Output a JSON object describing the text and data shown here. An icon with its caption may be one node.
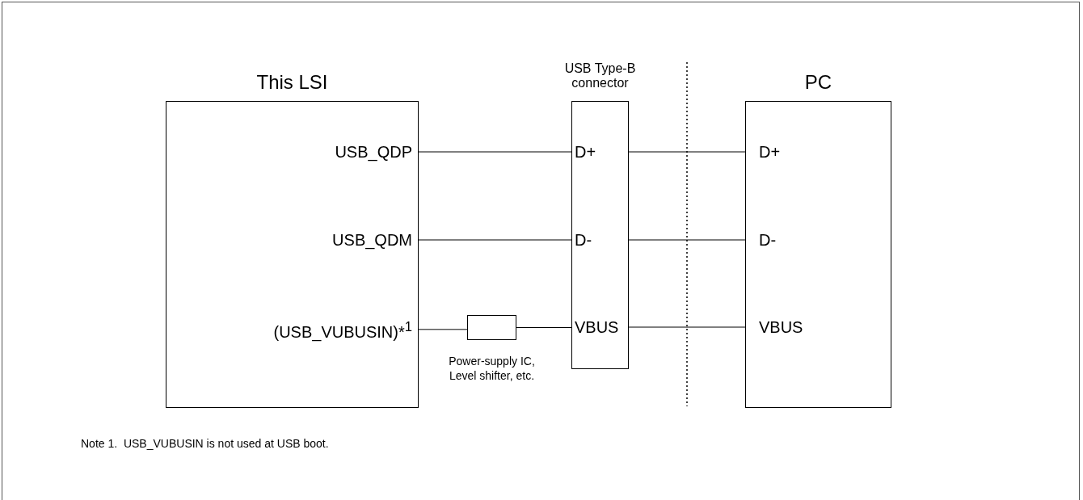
{
  "diagram": {
    "nodes": [
      {
        "text": [
          "This LSI"
        ]
      },
      {
        "text": [
          "USB_QDP"
        ],
        "in": 0
      },
      {
        "text": [
          "USB_QDM"
        ],
        "in": 0
      },
      {
        "text": [
          "(USB_VUBUSIN)*$^{1}$"
        ],
        "in": 0
      },
      {
        "text": [
          "USB Type-B connector"
        ]
      },
      {
        "text": [
          "D+"
        ],
        "in": 4
      },
      {
        "text": [
          "D-"
        ],
        "in": 4
      },
      {
        "text": [
          "VBUS"
        ],
        "in": 4
      },
      {
        "text": [
          "PC"
        ]
      },
      {
        "text": [
          "D+"
        ],
        "in": 8
      },
      {
        "text": [
          "D-"
        ],
        "in": 8
      },
      {
        "text": [
          "VBUS"
        ],
        "in": 8
      },
      {
        "text": [],
        "shape": "box",
        "beside": [
          "Power-supply IC, Level shifter, etc."
        ]
      }
    ],
    "edges": [
      {
        "from": 1,
        "to": 5,
        "arrow": "none"
      },
      {
        "from": 5,
        "to": 9,
        "arrow": "none"
      },
      {
        "from": 2,
        "to": 6,
        "arrow": "none"
      },
      {
        "from": 6,
        "to": 10,
        "arrow": "none"
      },
      {
        "from": 3,
        "to": 12,
        "arrow": "none"
      },
      {
        "from": 12,
        "to": 7,
        "arrow": "none"
      },
      {
        "from": 7,
        "to": 11,
        "arrow": "none"
      }
    ],
    "labels": [
      "Note 1.  USB_VUBUSIN is not used at USB boot."
    ]
  }
}
